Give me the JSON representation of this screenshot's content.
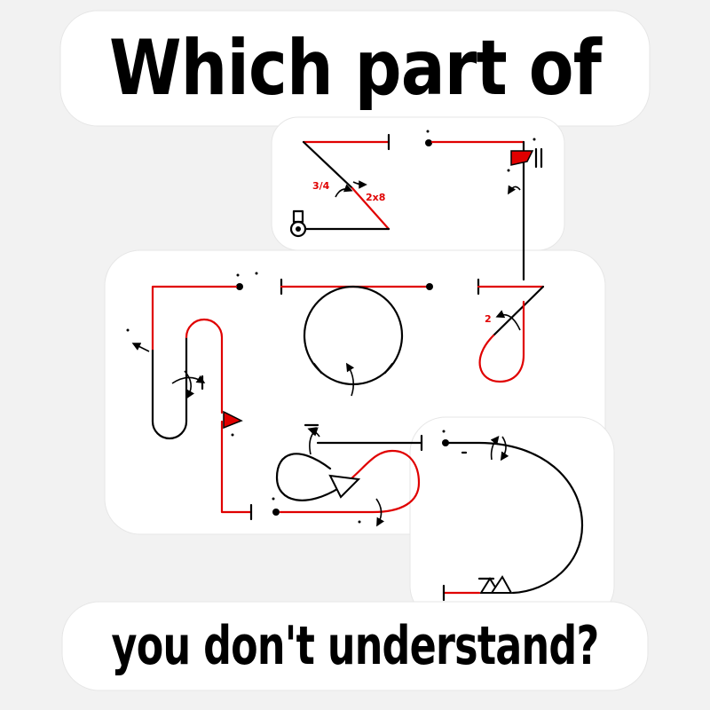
{
  "headline": {
    "top": "Which part of",
    "bottom": "you don't understand?"
  },
  "course_labels": {
    "turn_fraction": "3/4",
    "turn_repeat": "2x8",
    "turn_count": "2"
  },
  "colors": {
    "background": "#f2f2f2",
    "sticker": "#ffffff",
    "text": "#000000",
    "course_red": "#e00000"
  },
  "icons": [
    "start-flag-icon",
    "finish-flag-icon",
    "cone-icon",
    "wall-icon",
    "arrow-icon"
  ]
}
